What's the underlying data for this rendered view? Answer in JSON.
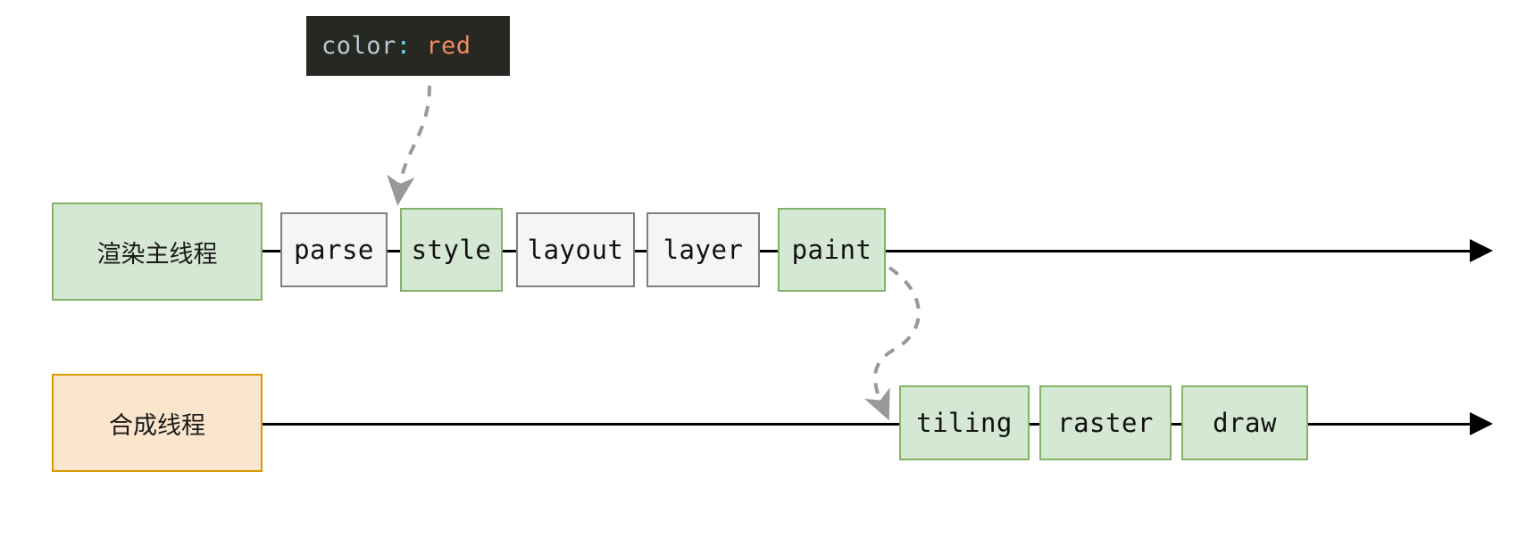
{
  "diagram": {
    "title": "browser-rendering-pipeline",
    "background_color": "#ffffff"
  },
  "code_snippet": {
    "property": "color",
    "separator": ": ",
    "value": "red",
    "background_color": "#272822",
    "property_color": "#b8c9d4",
    "separator_color": "#66d9ef",
    "value_color": "#ef8a62"
  },
  "threads": [
    {
      "id": "main",
      "label": "渲染主线程",
      "fill": "#d5e8d4",
      "stroke": "#82b366"
    },
    {
      "id": "compositor",
      "label": "合成线程",
      "fill": "#fbe6cd",
      "stroke": "#d79b00"
    }
  ],
  "main_thread_stages": [
    {
      "label": "parse",
      "highlighted": false
    },
    {
      "label": "style",
      "highlighted": true
    },
    {
      "label": "layout",
      "highlighted": false
    },
    {
      "label": "layer",
      "highlighted": false
    },
    {
      "label": "paint",
      "highlighted": true
    }
  ],
  "compositor_thread_stages": [
    {
      "label": "tiling",
      "highlighted": true
    },
    {
      "label": "raster",
      "highlighted": true
    },
    {
      "label": "draw",
      "highlighted": true
    }
  ],
  "connectors": [
    {
      "id": "snippet-to-style",
      "from": "code-snippet",
      "to": "style",
      "style": "dashed",
      "color": "#999999"
    },
    {
      "id": "paint-to-tiling",
      "from": "paint",
      "to": "tiling",
      "style": "dashed",
      "color": "#999999"
    }
  ],
  "palette": {
    "highlight_fill": "#d5e8d4",
    "highlight_stroke": "#82b366",
    "plain_fill": "#f5f5f5",
    "plain_stroke": "#808080",
    "compositor_fill": "#fbe6cd",
    "compositor_stroke": "#d79b00",
    "axis_color": "#000000",
    "dashed_color": "#999999"
  }
}
